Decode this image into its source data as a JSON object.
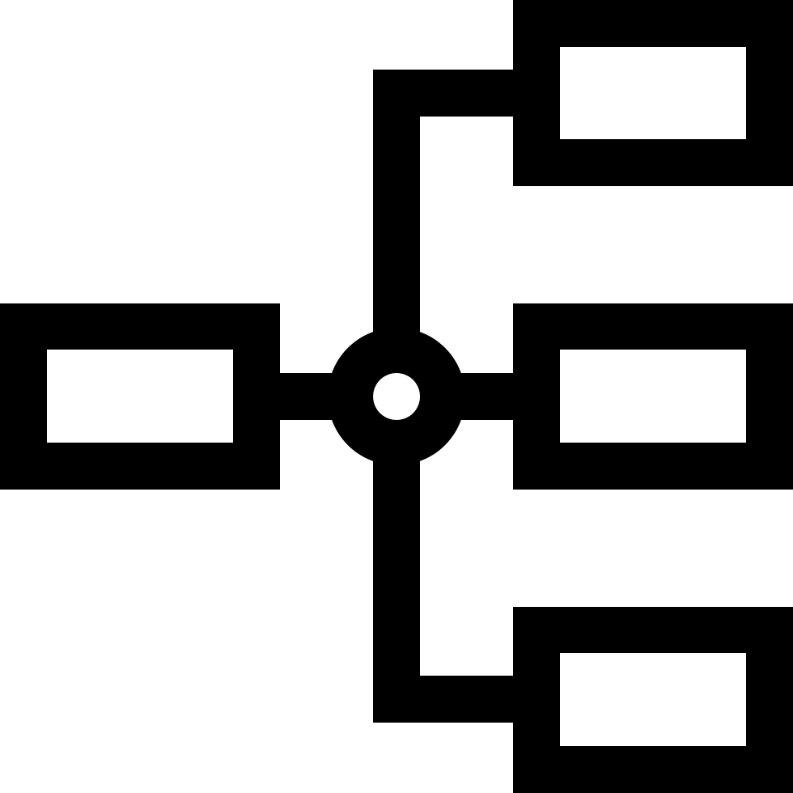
{
  "icon": {
    "name": "flowchart-hierarchy-icon",
    "style": "outline",
    "stroke_color": "#000000",
    "background_color": "#ffffff",
    "components": [
      "left-node-box",
      "central-hub",
      "right-top-node-box",
      "right-middle-node-box",
      "right-bottom-node-box"
    ]
  }
}
